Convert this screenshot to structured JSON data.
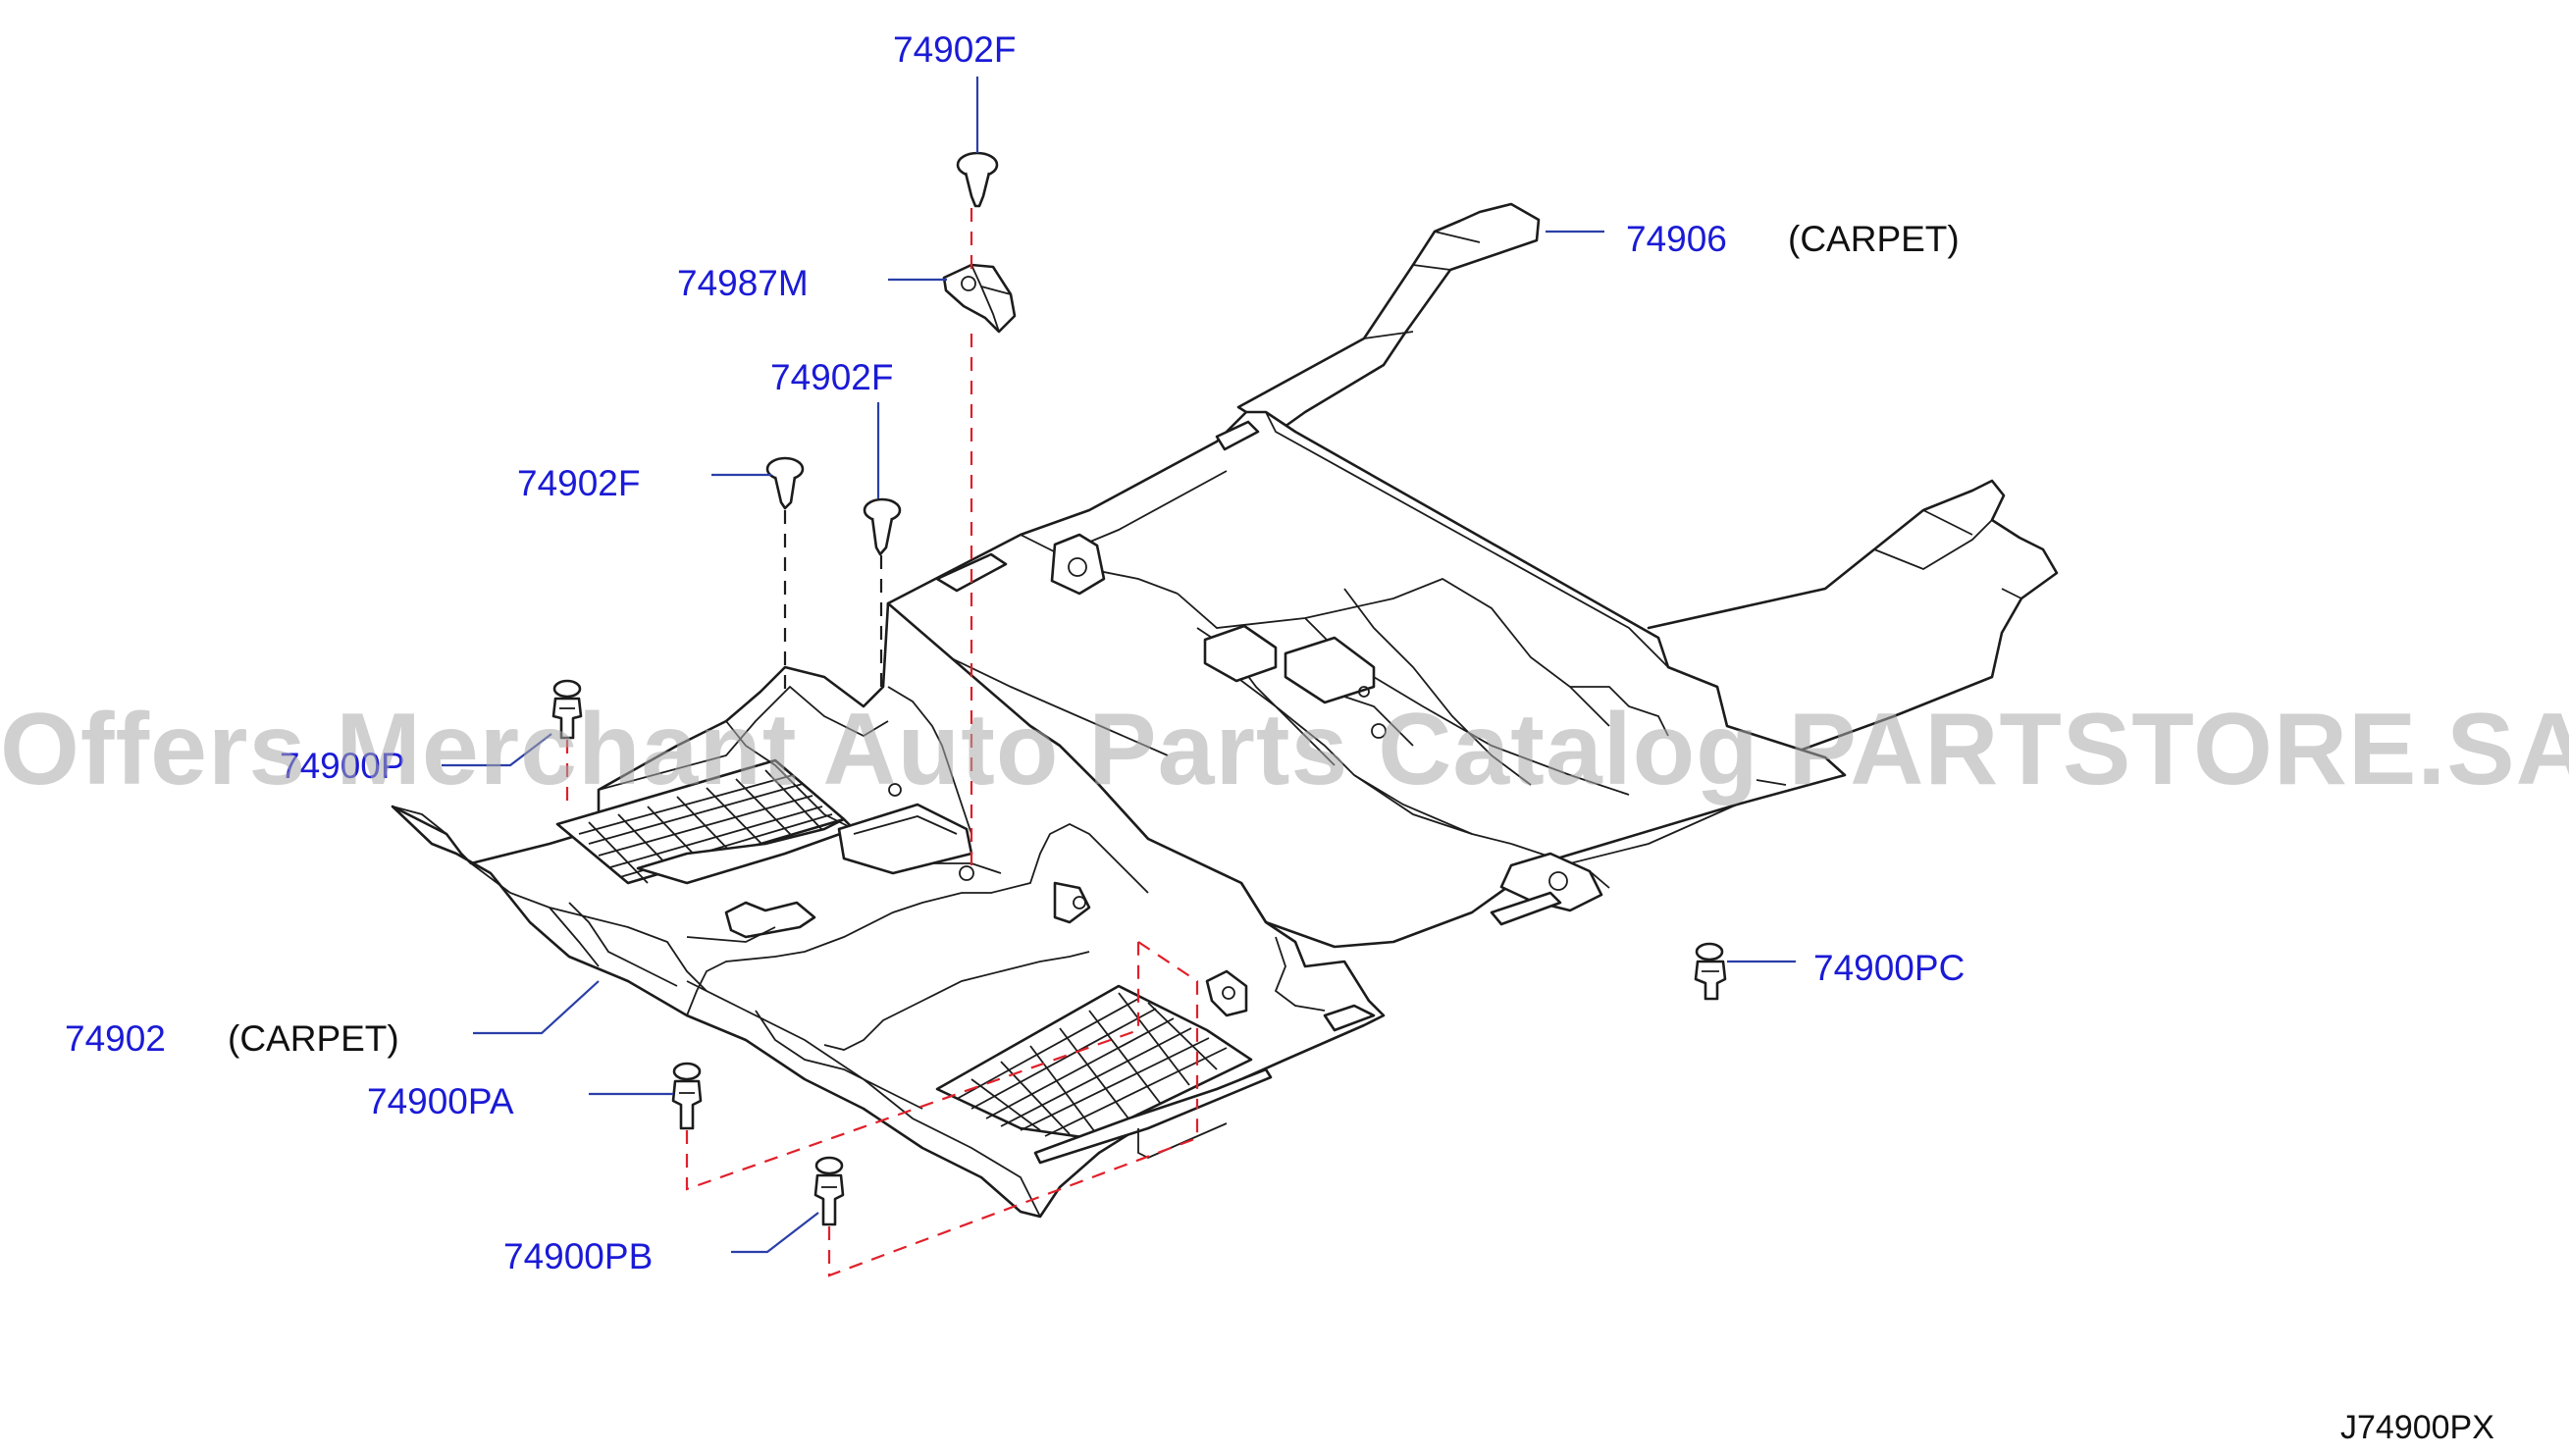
{
  "diagram": {
    "reference_code": "J74900PX",
    "watermark": "Offers Merchant Auto Parts Catalog PARTSTORE.SA",
    "parts": [
      {
        "id": "p1",
        "number": "74902F",
        "note": ""
      },
      {
        "id": "p2",
        "number": "74987M",
        "note": ""
      },
      {
        "id": "p3",
        "number": "74902F",
        "note": ""
      },
      {
        "id": "p4",
        "number": "74902F",
        "note": ""
      },
      {
        "id": "p5",
        "number": "74906",
        "note": "(CARPET)"
      },
      {
        "id": "p6",
        "number": "74900P",
        "note": ""
      },
      {
        "id": "p7",
        "number": "74902",
        "note": "(CARPET)"
      },
      {
        "id": "p8",
        "number": "74900PA",
        "note": ""
      },
      {
        "id": "p9",
        "number": "74900PB",
        "note": ""
      },
      {
        "id": "p10",
        "number": "74900PC",
        "note": ""
      }
    ],
    "colors": {
      "part_label": "#1a1ad6",
      "leader": "#2a3fa8",
      "alignment": "#e0202a",
      "outline": "#1c1c1c"
    }
  }
}
